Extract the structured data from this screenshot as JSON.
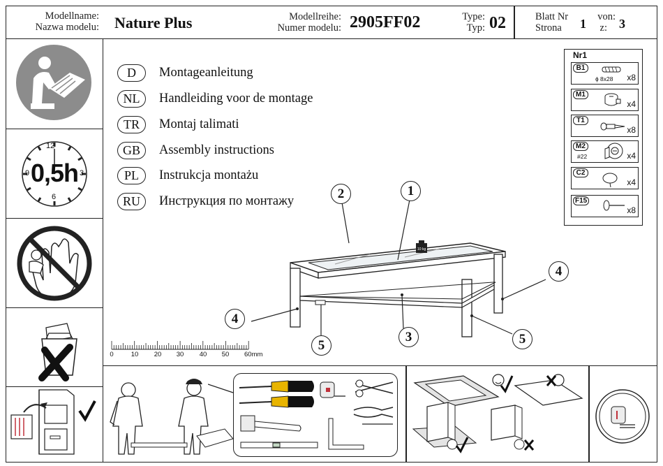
{
  "header": {
    "model_name_label_1": "Modellname:",
    "model_name_label_2": "Nazwa modelu:",
    "model_name": "Nature Plus",
    "model_series_label_1": "Modellreihe:",
    "model_series_label_2": "Numer modelu:",
    "model_number": "2905FF02",
    "type_label_1": "Type:",
    "type_label_2": "Typ:",
    "type_value": "02",
    "sheet_label_1": "Blatt Nr",
    "sheet_label_2": "Strona",
    "sheet_value": "1",
    "of_label_1": "von:",
    "of_label_2": "z:",
    "of_value": "3"
  },
  "time_estimate": {
    "value": "0,5h",
    "dial_12": "12",
    "dial_3": "3",
    "dial_6": "6",
    "dial_9": "9"
  },
  "languages": [
    {
      "code": "D",
      "text": "Montageanleitung"
    },
    {
      "code": "NL",
      "text": "Handleiding voor de montage"
    },
    {
      "code": "TR",
      "text": "Montaj  talimati"
    },
    {
      "code": "GB",
      "text": "Assembly instructions"
    },
    {
      "code": "PL",
      "text": "Instrukcja montażu"
    },
    {
      "code": "RU",
      "text": "Инструкция по монтажу"
    }
  ],
  "parts": {
    "title": "Nr1",
    "items": [
      {
        "code": "B1",
        "detail": "ɸ 8x28",
        "qty": "x8",
        "icon": "dowel-icon"
      },
      {
        "code": "M1",
        "detail": "",
        "qty": "x4",
        "icon": "cam-lock-icon"
      },
      {
        "code": "T1",
        "detail": "",
        "qty": "x8",
        "icon": "cam-bolt-icon"
      },
      {
        "code": "M2",
        "detail": "#22",
        "qty": "x4",
        "icon": "cam-fitting-icon"
      },
      {
        "code": "C2",
        "detail": "",
        "qty": "x4",
        "icon": "glass-pad-icon"
      },
      {
        "code": "F15",
        "detail": "",
        "qty": "x8",
        "icon": "nail-icon"
      }
    ]
  },
  "callouts": [
    "1",
    "2",
    "3",
    "4",
    "4",
    "5",
    "5"
  ],
  "weight_label": "10 kg",
  "ruler": {
    "ticks": [
      "0",
      "10",
      "20",
      "30",
      "40",
      "50",
      "60mm"
    ]
  },
  "colors": {
    "line": "#222222",
    "icon_gray": "#8c8c8c",
    "accent_red": "#c0303a"
  }
}
